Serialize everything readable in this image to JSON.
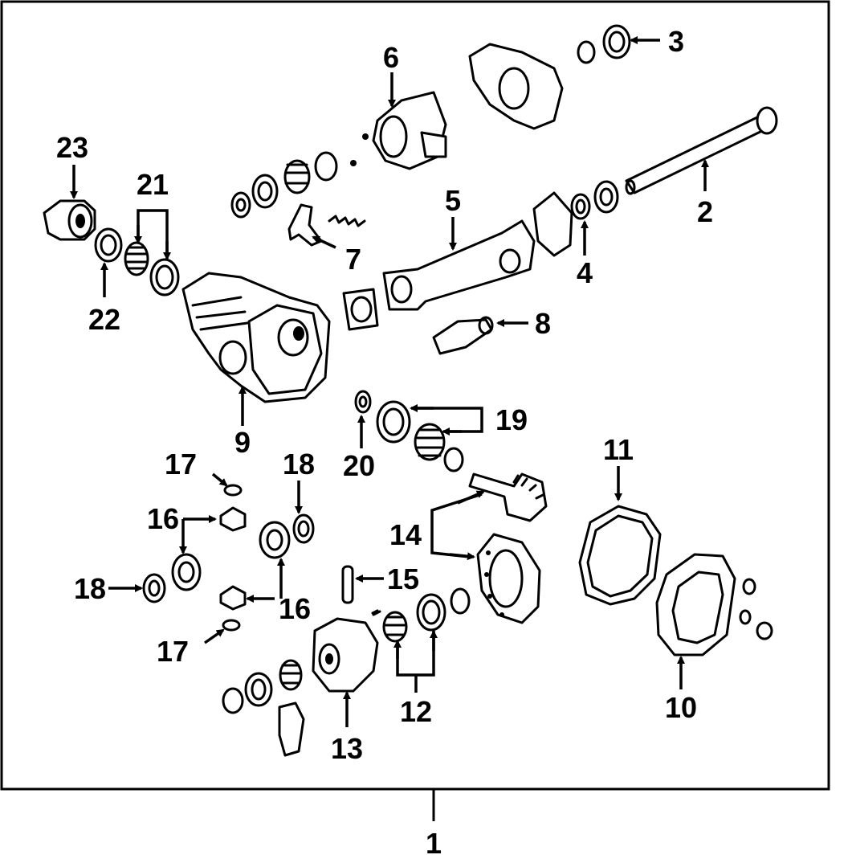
{
  "callouts": {
    "c1": "1",
    "c2": "2",
    "c3": "3",
    "c4": "4",
    "c5": "5",
    "c6": "6",
    "c7": "7",
    "c8": "8",
    "c9": "9",
    "c10": "10",
    "c11": "11",
    "c12": "12",
    "c13": "13",
    "c14": "14",
    "c15": "15",
    "c16a": "16",
    "c16b": "16",
    "c17a": "17",
    "c17b": "17",
    "c18a": "18",
    "c18b": "18",
    "c19": "19",
    "c20": "20",
    "c21": "21",
    "c22": "22",
    "c23": "23"
  },
  "colors": {
    "line": "#000000",
    "background": "#ffffff"
  }
}
